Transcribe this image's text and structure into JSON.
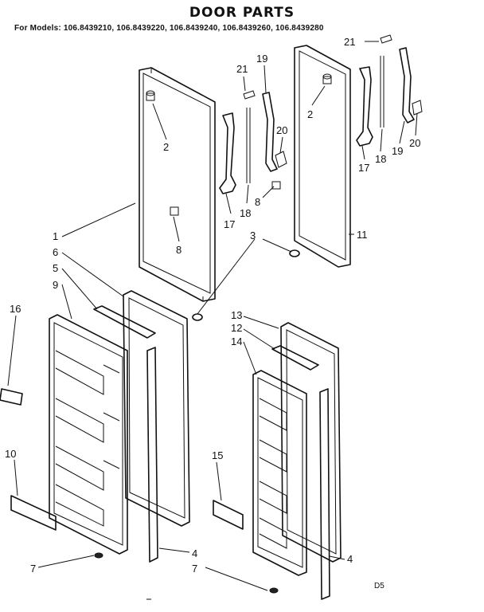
{
  "header": {
    "title": "DOOR PARTS",
    "models_line": "For Models: 106.8439210, 106.8439220, 106.8439240, 106.8439260, 106.8439280"
  },
  "callouts": {
    "c1": "1",
    "c2a": "2",
    "c2b": "2",
    "c3": "3",
    "c4a": "4",
    "c4b": "4",
    "c5": "5",
    "c6": "6",
    "c7a": "7",
    "c7b": "7",
    "c8a": "8",
    "c8b": "8",
    "c9": "9",
    "c10": "10",
    "c11": "11",
    "c12": "12",
    "c13": "13",
    "c14": "14",
    "c15": "15",
    "c16": "16",
    "c17a": "17",
    "c17b": "17",
    "c18a": "18",
    "c18b": "18",
    "c19a": "19",
    "c19b": "19",
    "c20a": "20",
    "c20b": "20",
    "c21a": "21",
    "c21b": "21"
  },
  "footer": {
    "diagram_code": "D5"
  }
}
